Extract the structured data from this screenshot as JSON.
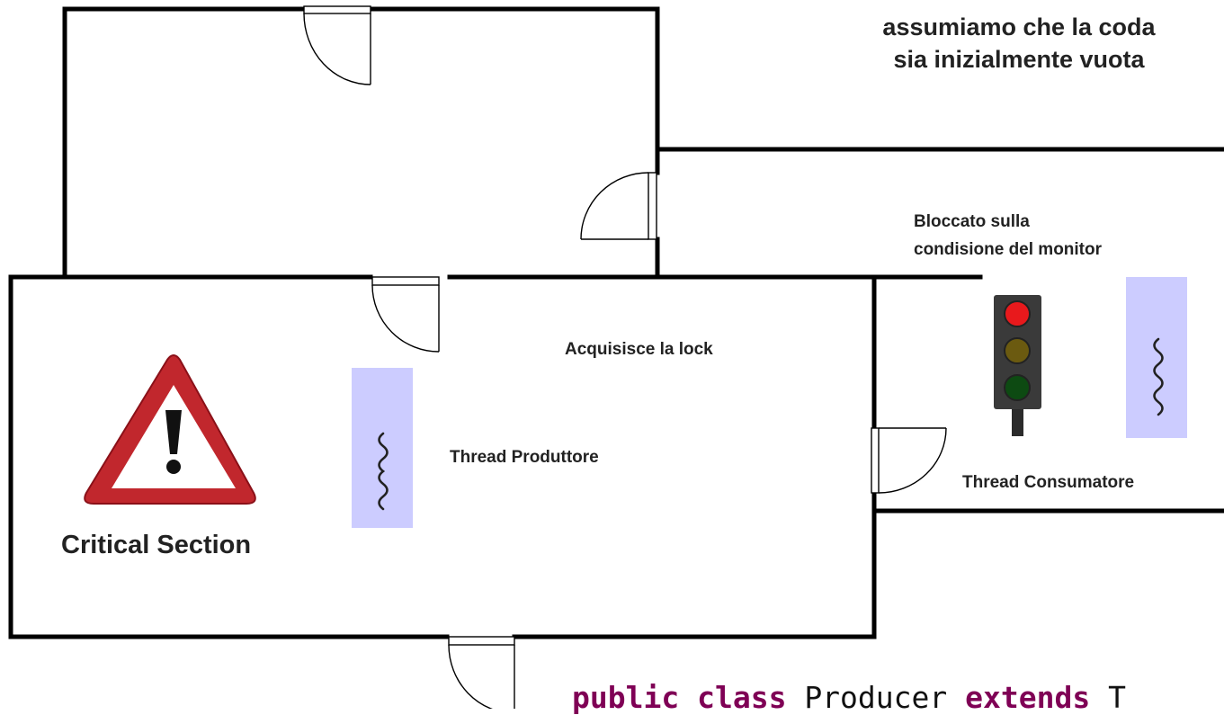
{
  "labels": {
    "note_line1": "assumiamo che la coda",
    "note_line2": "sia inizialmente vuota",
    "blocked_line1": "Bloccato sulla",
    "blocked_line2": "condisione del monitor",
    "acquires": "Acquisisce la lock",
    "producer": "Thread Produttore",
    "consumer": "Thread Consumatore",
    "critical": "Critical Section"
  },
  "code": {
    "kw1": "public",
    "kw2": "class",
    "name": "Producer",
    "kw3": "extends",
    "tail": "T"
  },
  "icons": {
    "warning": "warning-triangle-icon",
    "traffic_light": "traffic-light-icon",
    "thread": "thread-squiggle-icon"
  },
  "colors": {
    "wall": "#000000",
    "thread_box": "#ccccff",
    "warning_red": "#c1272d",
    "light_red": "#e8191c",
    "light_amber": "#6b5a10",
    "light_green": "#0d4a12"
  }
}
